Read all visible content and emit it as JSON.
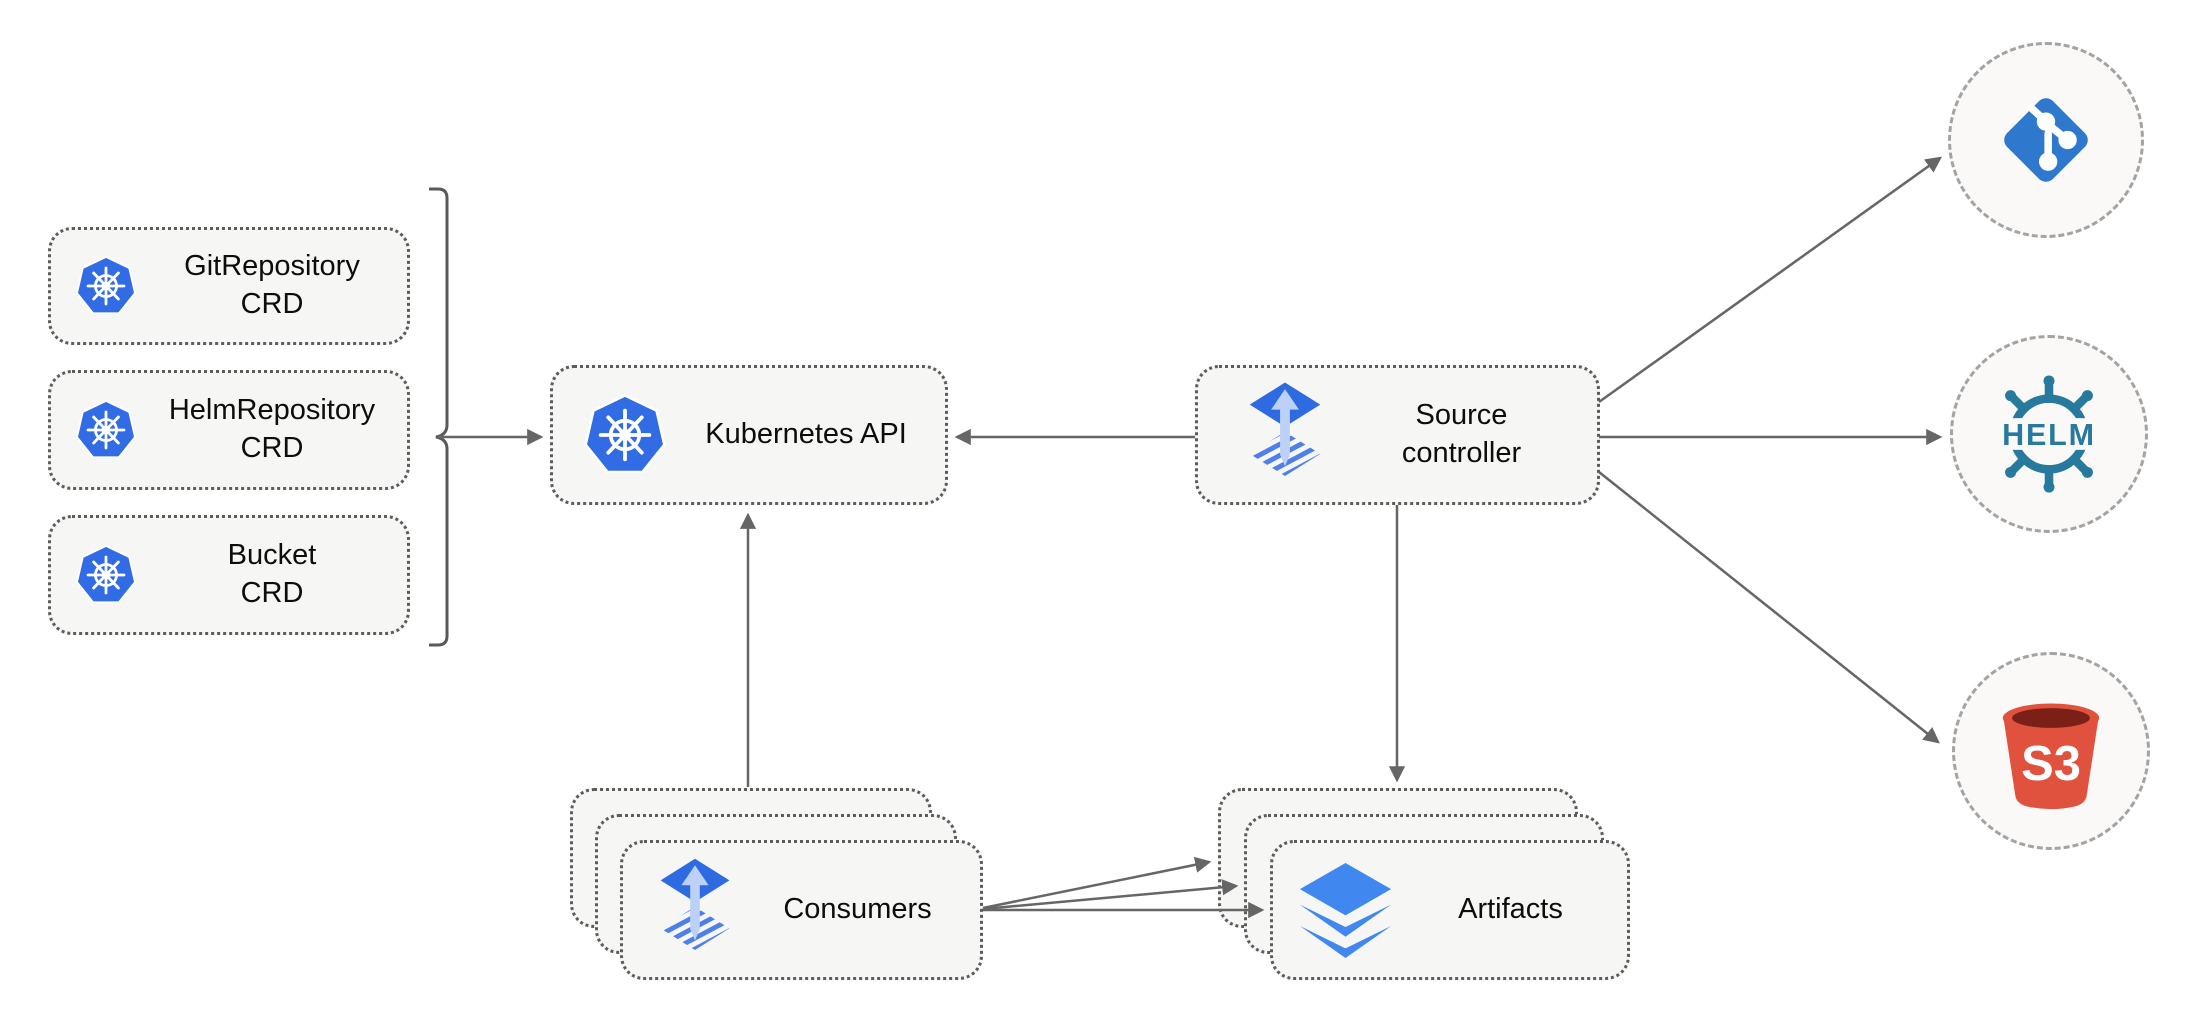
{
  "nodes": {
    "crds": [
      {
        "title": "GitRepository",
        "subtitle": "CRD"
      },
      {
        "title": "HelmRepository",
        "subtitle": "CRD"
      },
      {
        "title": "Bucket",
        "subtitle": "CRD"
      }
    ],
    "kubernetes_api": {
      "label": "Kubernetes API"
    },
    "source_controller": {
      "title": "Source",
      "subtitle": "controller"
    },
    "consumers": {
      "label": "Consumers"
    },
    "artifacts": {
      "label": "Artifacts"
    }
  },
  "external_sources": {
    "git": {
      "icon": "git-logo-icon"
    },
    "helm": {
      "icon": "helm-logo-icon",
      "label": "HELM"
    },
    "s3": {
      "icon": "s3-bucket-icon",
      "label": "S3"
    }
  },
  "colors": {
    "kubernetes_blue": "#326CE5",
    "flux_blue": "#2E6BE3",
    "flux_stripe_blue": "#4F7FE8",
    "flux_arrow_light": "#BDD0F6",
    "layers_blue": "#4187F0",
    "git_blue": "#2E79CE",
    "helm_teal": "#27799E",
    "s3_red": "#E0523E",
    "s3_dark_red": "#7B2017",
    "connector_gray": "#666666",
    "node_fill": "#F6F6F5",
    "node_border_gray": "#5C5C5C",
    "circle_border_gray": "#A3A3A3"
  }
}
